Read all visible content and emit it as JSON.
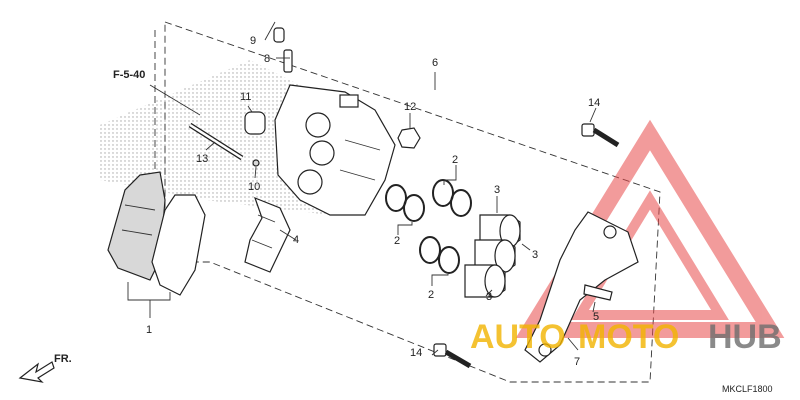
{
  "diagram": {
    "reference": "F-5-40",
    "direction": "FR.",
    "drawing_code": "MKCLF1800",
    "callouts": [
      {
        "id": "c1",
        "label": "1"
      },
      {
        "id": "c2a",
        "label": "2"
      },
      {
        "id": "c2b",
        "label": "2"
      },
      {
        "id": "c2c",
        "label": "2"
      },
      {
        "id": "c3a",
        "label": "3"
      },
      {
        "id": "c3b",
        "label": "3"
      },
      {
        "id": "c3c",
        "label": "3"
      },
      {
        "id": "c4",
        "label": "4"
      },
      {
        "id": "c5",
        "label": "5"
      },
      {
        "id": "c6",
        "label": "6"
      },
      {
        "id": "c7",
        "label": "7"
      },
      {
        "id": "c8",
        "label": "8"
      },
      {
        "id": "c9",
        "label": "9"
      },
      {
        "id": "c10",
        "label": "10"
      },
      {
        "id": "c11",
        "label": "11"
      },
      {
        "id": "c12",
        "label": "12"
      },
      {
        "id": "c13",
        "label": "13"
      },
      {
        "id": "c14a",
        "label": "14"
      },
      {
        "id": "c14b",
        "label": "14"
      }
    ]
  },
  "watermark": {
    "part1": "AUTO",
    "part2": "MOTO",
    "part3": "HUB",
    "color_orange": "#f2b400",
    "color_red": "#e84a4a",
    "color_grey": "#6e6e6e"
  }
}
